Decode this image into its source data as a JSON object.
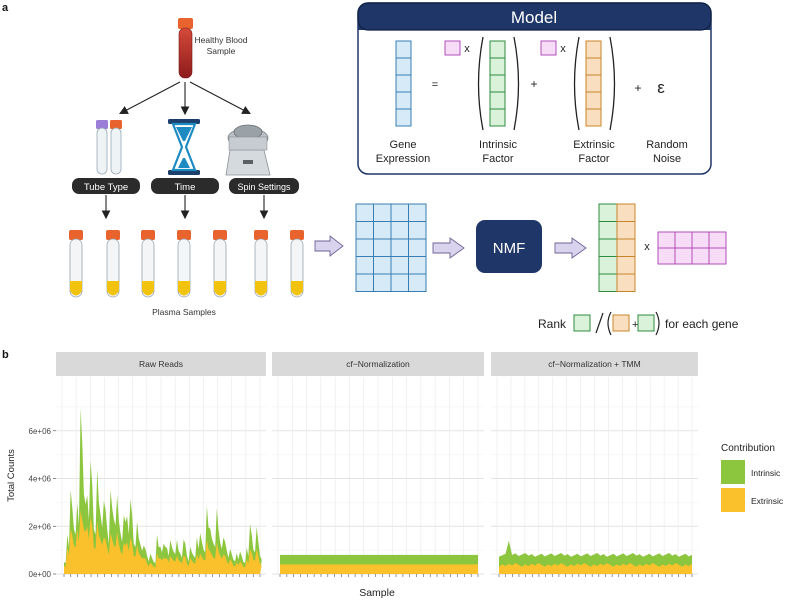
{
  "panel_a": {
    "label": "a",
    "blood_sample_label": [
      "Healthy Blood",
      "Sample"
    ],
    "factors": [
      {
        "label": "Tube Type",
        "icon": "tubes-icon"
      },
      {
        "label": "Time",
        "icon": "hourglass-icon"
      },
      {
        "label": "Spin Settings",
        "icon": "centrifuge-icon"
      }
    ],
    "plasma_label": "Plasma Samples",
    "model": {
      "title": "Model",
      "equals": "=",
      "times": "x",
      "plus": "+",
      "epsilon": "ε",
      "gene_expression": [
        "Gene",
        "Expression"
      ],
      "intrinsic": [
        "Intrinsic",
        "Factor"
      ],
      "extrinsic": [
        "Extrinsic",
        "Factor"
      ],
      "noise": [
        "Random",
        "Noise"
      ]
    },
    "nmf_label": "NMF",
    "times_label": "x",
    "rank_label": "Rank",
    "rank_plus": "+",
    "rank_suffix": "for each gene",
    "colors": {
      "navy": "#1f3768",
      "gene_fill": "#d6eaf8",
      "gene_stroke": "#3a7db3",
      "intrinsic_fill": "#d9f2d9",
      "intrinsic_stroke": "#2e8b3e",
      "extrinsic_fill": "#f9dfc0",
      "extrinsic_stroke": "#c8842a",
      "pink_fill": "#f6dcf6",
      "pink_stroke": "#b24fb8",
      "arrow_fill": "#d9d3ee",
      "arrow_stroke": "#6e6396"
    }
  },
  "panel_b": {
    "label": "b",
    "chart_data": {
      "type": "area",
      "facets": [
        "Raw Reads",
        "cf−Normalization",
        "cf−Normalization + TMM"
      ],
      "xlabel": "Sample",
      "ylabel": "Total Counts",
      "ylim": [
        0,
        8000000
      ],
      "yticks": [
        0,
        2000000,
        4000000,
        6000000
      ],
      "ytick_labels": [
        "0e+00",
        "2e+06",
        "4e+06",
        "6e+06"
      ],
      "legend_title": "Contribution",
      "legend_position": "right",
      "grid": true,
      "series": [
        {
          "name": "Intrinsic",
          "color": "#8cc63f"
        },
        {
          "name": "Extrinsic",
          "color": "#fbc12c"
        }
      ],
      "approx_data": {
        "raw_reads": {
          "total_samples_x": [
            0,
            1,
            2,
            3,
            4,
            5,
            6,
            7,
            8,
            9,
            10,
            11,
            12,
            13,
            14,
            15,
            16,
            17,
            18,
            19,
            20,
            21,
            22,
            23,
            24,
            25,
            26,
            27,
            28,
            29,
            30,
            31,
            32,
            33,
            34,
            35,
            36,
            37,
            38,
            39,
            40,
            41,
            42,
            43,
            44,
            45,
            46,
            47,
            48,
            49,
            50,
            51,
            52,
            53,
            54,
            55,
            56,
            57,
            58,
            59
          ],
          "total": [
            600000,
            1500000,
            3700000,
            2200000,
            2700000,
            7300000,
            3900000,
            3000000,
            5000000,
            2200000,
            4000000,
            2600000,
            3600000,
            1700000,
            3700000,
            2700000,
            3000000,
            1800000,
            2900000,
            2200000,
            3300000,
            1500000,
            2000000,
            1300000,
            1400000,
            700000,
            900000,
            600000,
            1500000,
            1200000,
            1500000,
            1000000,
            1500000,
            1100000,
            1300000,
            900000,
            1700000,
            700000,
            1200000,
            900000,
            1400000,
            1800000,
            1200000,
            2600000,
            2000000,
            1500000,
            2500000,
            1400000,
            1800000,
            900000,
            1100000,
            700000,
            800000,
            1000000,
            600000,
            1000000,
            2200000,
            1200000,
            1800000,
            800000
          ],
          "extrinsic": [
            400000,
            1000000,
            2000000,
            1400000,
            1700000,
            2800000,
            2200000,
            1800000,
            2500000,
            1300000,
            2000000,
            1500000,
            1800000,
            1000000,
            1800000,
            1400000,
            1600000,
            1000000,
            1500000,
            1200000,
            1600000,
            900000,
            1100000,
            800000,
            800000,
            400000,
            500000,
            350000,
            800000,
            700000,
            800000,
            600000,
            800000,
            650000,
            700000,
            550000,
            900000,
            400000,
            700000,
            550000,
            750000,
            900000,
            700000,
            1300000,
            1000000,
            800000,
            1200000,
            800000,
            950000,
            500000,
            650000,
            400000,
            450000,
            550000,
            350000,
            550000,
            1100000,
            700000,
            950000,
            450000
          ]
        },
        "cf_normalization": {
          "total": 800000,
          "extrinsic": 400000
        },
        "cf_normalization_tmm": {
          "total": 800000,
          "extrinsic": 380000,
          "peak_total": 1400000
        }
      }
    }
  }
}
